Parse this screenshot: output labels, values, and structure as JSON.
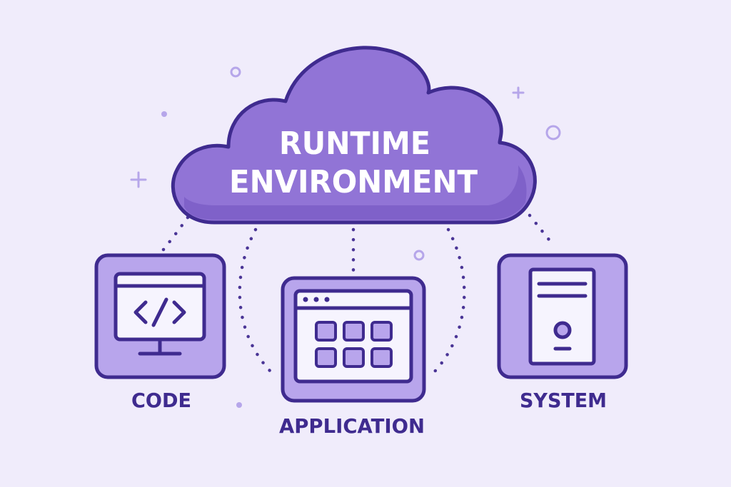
{
  "colors": {
    "background": "#f0ecfb",
    "outline": "#3f2b8f",
    "cloud_fill": "#9174d6",
    "cloud_shadow": "#7a5cc6",
    "box_fill": "#b8a5ec",
    "screen_fill": "#f6f4fe",
    "label": "#3f2b8f",
    "dots": "#4a3596",
    "sparkle": "#b6a6ea"
  },
  "cloud": {
    "title_line1": "RUNTIME",
    "title_line2": "ENVIRONMENT"
  },
  "nodes": [
    {
      "id": "code",
      "label": "CODE",
      "icon": "monitor-code-icon"
    },
    {
      "id": "application",
      "label": "APPLICATION",
      "icon": "app-window-grid-icon"
    },
    {
      "id": "system",
      "label": "SYSTEM",
      "icon": "server-tower-icon"
    }
  ]
}
